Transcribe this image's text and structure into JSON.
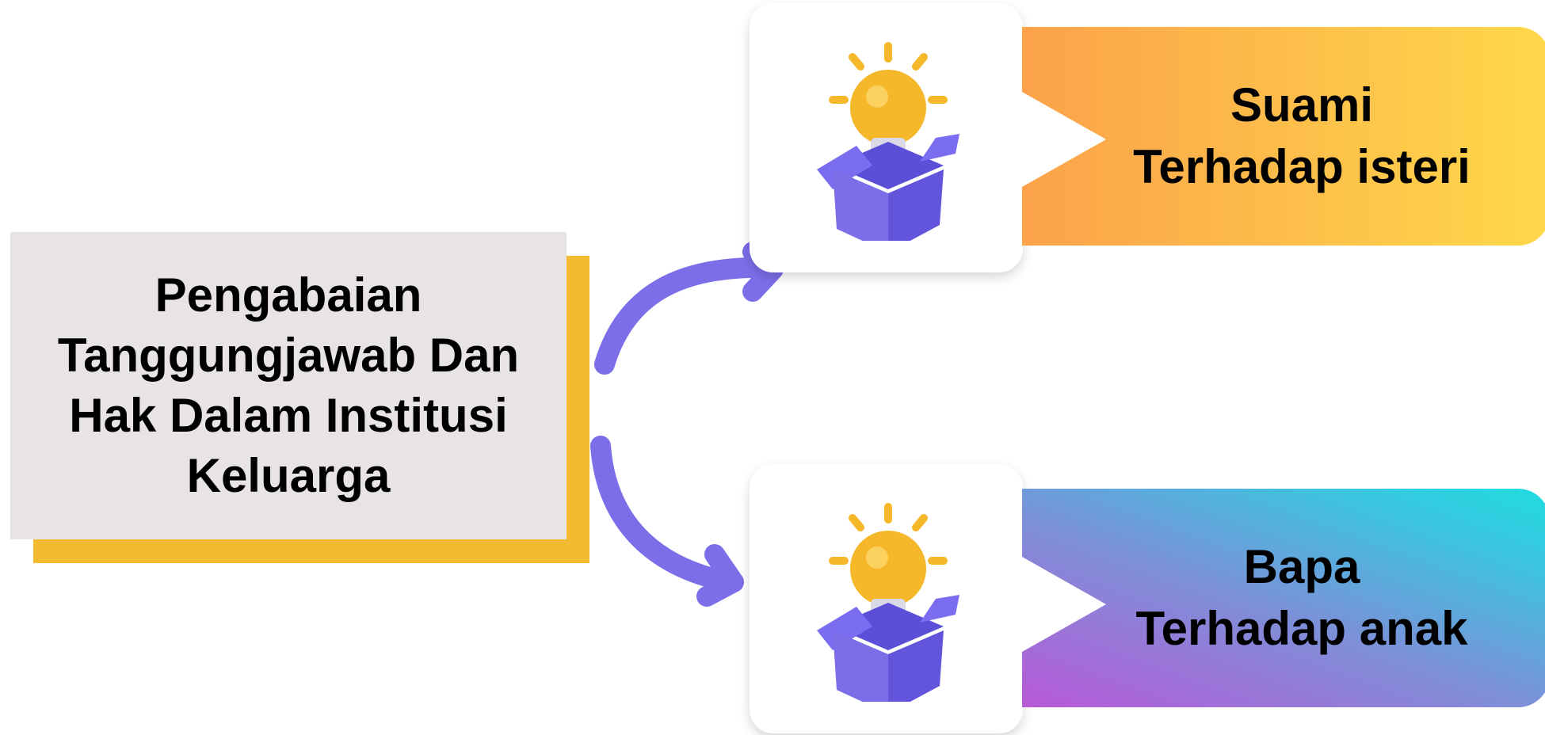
{
  "main_topic": {
    "lines": [
      "Pengabaian",
      "Tanggungjawab Dan",
      "Hak Dalam Institusi",
      "Keluarga"
    ]
  },
  "branches": [
    {
      "lines": [
        "Suami",
        "Terhadap isteri"
      ],
      "icon": "lightbulb-box-icon"
    },
    {
      "lines": [
        "Bapa",
        "Terhadap anak"
      ],
      "icon": "lightbulb-box-icon"
    }
  ],
  "colors": {
    "main_box": "#e8e4e4",
    "main_shadow": "#f2bb31",
    "arrow": "#7b6ee8",
    "branch_top_gradient": [
      "#fba24a",
      "#ffd84a"
    ],
    "branch_bottom_gradient": [
      "#b859d8",
      "#1fdde0"
    ]
  }
}
